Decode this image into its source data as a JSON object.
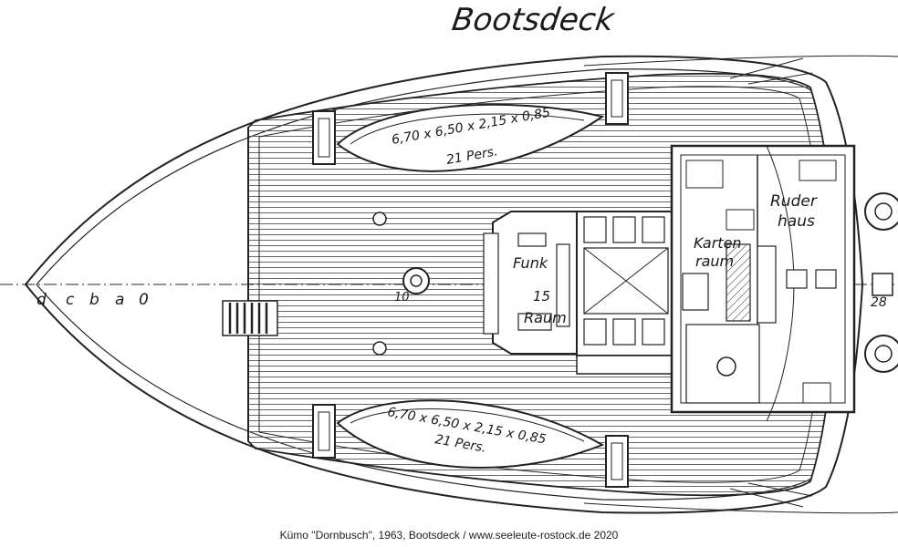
{
  "title": "Bootsdeck",
  "boats": [
    {
      "dims": "6,70 x 6,50 x 2,15 x 0,85",
      "capacity": "21 Pers."
    },
    {
      "dims": "6,70 x 6,50 x 2,15 x 0,85",
      "capacity": "21 Pers."
    }
  ],
  "rooms": {
    "funk_line1": "Funk",
    "funk_line2": "15",
    "funk_line3": "Raum",
    "karten_line1": "Karten",
    "karten_line2": "raum",
    "ruder_line1": "Ruder",
    "ruder_line2": "haus"
  },
  "frame_marks": [
    "d",
    "c",
    "b",
    "a",
    "0"
  ],
  "frame_numbers": {
    "mid": "10",
    "aft": "28"
  },
  "caption": "Kümo \"Dornbusch\", 1963, Bootsdeck / www.seeleute-rostock.de 2020"
}
